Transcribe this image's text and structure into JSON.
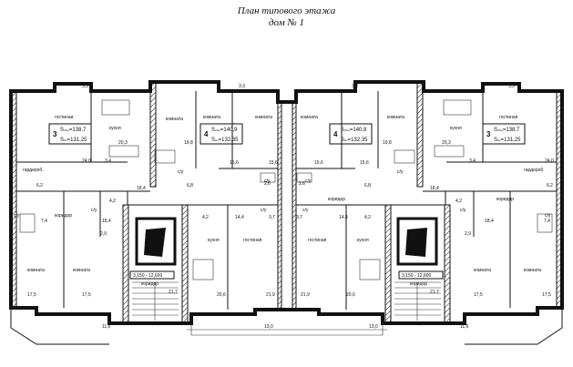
{
  "title": {
    "line1": "План типового этажа",
    "line2": "дом № 1"
  },
  "labels": {
    "gostinaya": "гостиная",
    "kuhnya": "кухня",
    "komnata": "комната",
    "koridor": "коридор",
    "garderob": "гардероб.",
    "su": "с/у",
    "marks": [
      "3,150 - 12,600",
      "3,150 - 12,600"
    ]
  },
  "apt_left": {
    "rooms": "3",
    "s_total": "=138,7",
    "s_living": "=131,25"
  },
  "apt_cl": {
    "rooms": "4",
    "s_total": "=140,9",
    "s_living": "=132,35"
  },
  "apt_cr": {
    "rooms": "4",
    "s_total": "=140,9",
    "s_living": "=132,35"
  },
  "apt_right": {
    "rooms": "3",
    "s_total": "=138,7",
    "s_living": "=131,25"
  },
  "s_sub_total": "общ",
  "s_sub_living": "жп",
  "areas": {
    "a1": "3,3",
    "a2": "3,3",
    "a3": "3,3",
    "a4": "3,3",
    "a5": "20,3",
    "a6": "19,8",
    "a7": "15,6",
    "a8": "15,6",
    "a9": "15,6",
    "a10": "15,6",
    "a11": "19,8",
    "a12": "20,3",
    "a13": "24,0",
    "a14": "24,0",
    "a15": "6,2",
    "a16": "6,2",
    "a17": "3,4",
    "a18": "3,4",
    "a19": "18,4",
    "a20": "6,8",
    "a21": "6,8",
    "a22": "18,4",
    "a23": "2,6",
    "a24": "2,6",
    "a25": "4,2",
    "a26": "4,2",
    "a27": "4,2",
    "a28": "4,2",
    "a29": "14,4",
    "a30": "14,4",
    "a31": "7,4",
    "a32": "7,4",
    "a33": "2,9",
    "a34": "2,9",
    "a35": "3,7",
    "a36": "3,7",
    "a37": "18,4",
    "a38": "18,4",
    "a39": "21,7",
    "a40": "21,7",
    "a41": "17,5",
    "a42": "17,5",
    "a43": "17,5",
    "a44": "17,5",
    "a45": "20,6",
    "a46": "21,9",
    "a47": "21,9",
    "a48": "20,6",
    "a49": "11,6",
    "a50": "13,0",
    "a51": "13,0",
    "a52": "11,6"
  }
}
